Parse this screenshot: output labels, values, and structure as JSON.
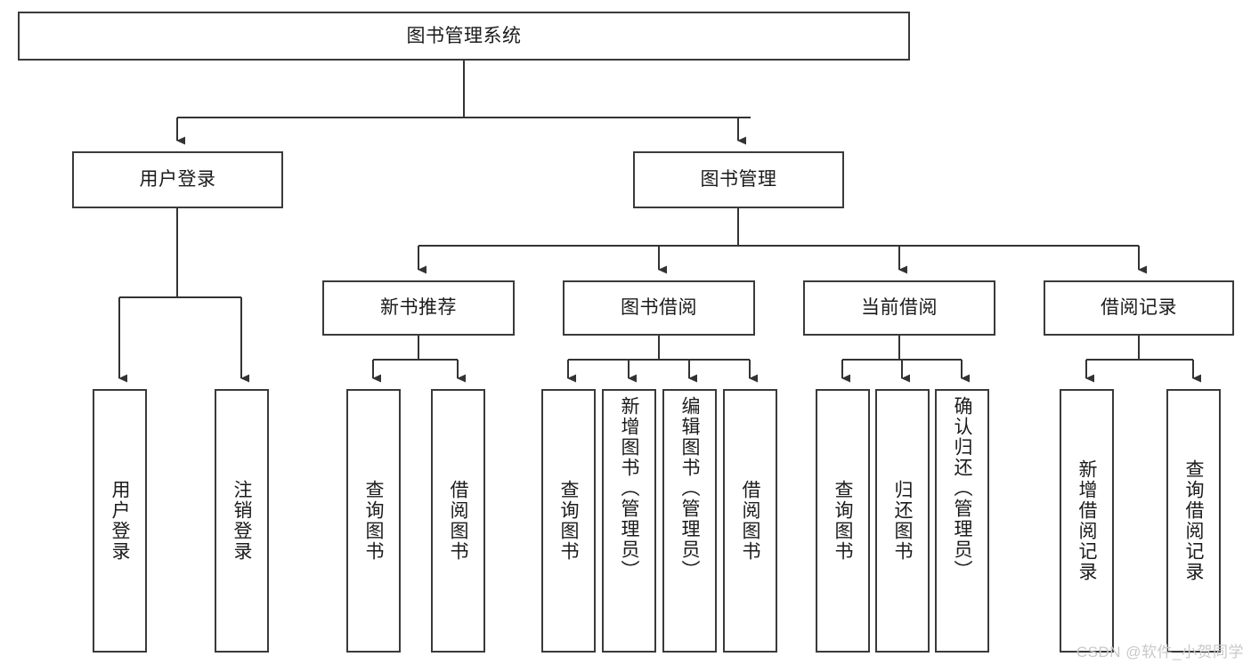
{
  "diagram": {
    "title": "图书管理系统",
    "type": "tree-hierarchy",
    "orientation": "top-down",
    "colors": {
      "box_border": "#3a3a3a",
      "box_fill": "#ffffff",
      "connector": "#333333",
      "text": "#1b1b1b",
      "watermark": "#c9c9c9",
      "background": "#ffffff"
    },
    "root": {
      "id": "root",
      "label": "图书管理系统"
    },
    "level2": [
      {
        "id": "user-login",
        "label": "用户登录"
      },
      {
        "id": "book-manage",
        "label": "图书管理"
      }
    ],
    "level3": [
      {
        "id": "new-book-recommend",
        "label": "新书推荐",
        "parent": "book-manage"
      },
      {
        "id": "book-borrow",
        "label": "图书借阅",
        "parent": "book-manage"
      },
      {
        "id": "current-borrow",
        "label": "当前借阅",
        "parent": "book-manage"
      },
      {
        "id": "borrow-record",
        "label": "借阅记录",
        "parent": "book-manage"
      }
    ],
    "leaves": [
      {
        "id": "leaf-user-login",
        "label": "用户登录",
        "parent": "user-login"
      },
      {
        "id": "leaf-user-logout",
        "label": "注销登录",
        "parent": "user-login"
      },
      {
        "id": "leaf-query-book-1",
        "label": "查询图书",
        "parent": "new-book-recommend"
      },
      {
        "id": "leaf-borrow-book-1",
        "label": "借阅图书",
        "parent": "new-book-recommend"
      },
      {
        "id": "leaf-query-book-2",
        "label": "查询图书",
        "parent": "book-borrow"
      },
      {
        "id": "leaf-add-book",
        "label": "新增图书（管理员）",
        "parent": "book-borrow"
      },
      {
        "id": "leaf-edit-book",
        "label": "编辑图书（管理员）",
        "parent": "book-borrow"
      },
      {
        "id": "leaf-borrow-book-2",
        "label": "借阅图书",
        "parent": "book-borrow"
      },
      {
        "id": "leaf-query-book-3",
        "label": "查询图书",
        "parent": "current-borrow"
      },
      {
        "id": "leaf-return-book",
        "label": "归还图书",
        "parent": "current-borrow"
      },
      {
        "id": "leaf-confirm-return",
        "label": "确认归还（管理员）",
        "parent": "current-borrow"
      },
      {
        "id": "leaf-add-record",
        "label": "新增借阅记录",
        "parent": "borrow-record"
      },
      {
        "id": "leaf-query-record",
        "label": "查询借阅记录",
        "parent": "borrow-record"
      }
    ],
    "watermark": "CSDN @软件_小贺同学"
  }
}
